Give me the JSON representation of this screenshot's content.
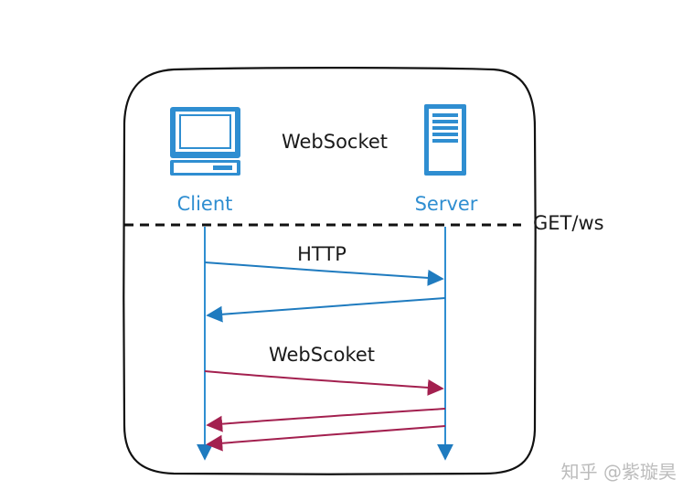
{
  "diagram": {
    "title": "WebSocket",
    "client_label": "Client",
    "server_label": "Server",
    "handshake_label": "GET/ws",
    "http_label": "HTTP",
    "websocket_phase_label": "WebScoket"
  },
  "colors": {
    "frame": "#111111",
    "lifeline": "#2f8ed1",
    "http_arrow": "#1f7bbf",
    "websocket_arrow": "#a3204f",
    "watermark": "#bcbcbc"
  },
  "icons": {
    "client": "desktop-computer-icon",
    "server": "server-tower-icon"
  },
  "watermark": "知乎 @紫璇昊"
}
